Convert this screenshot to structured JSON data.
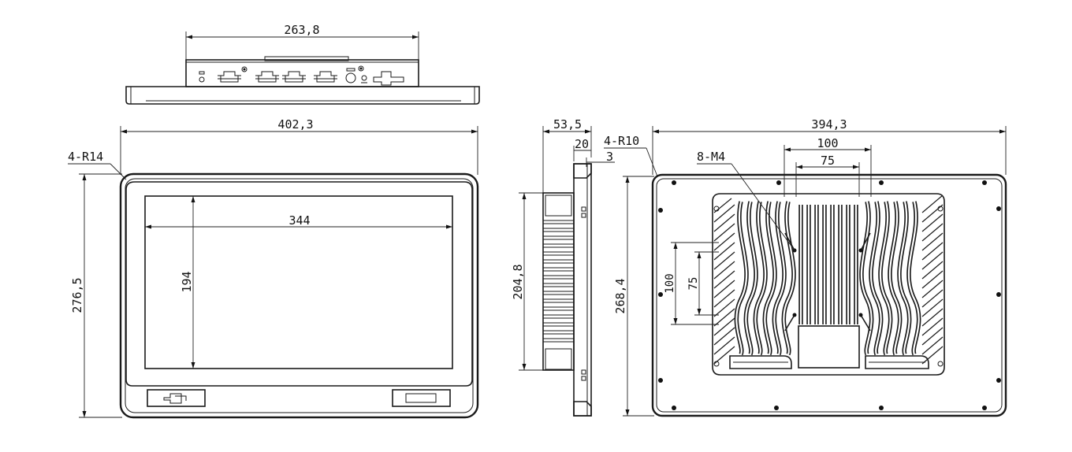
{
  "drawing": {
    "top_view": {
      "width_dim": "263,8"
    },
    "front_view": {
      "width_dim": "402,3",
      "height_dim": "276,5",
      "corner_radius": "4-R14",
      "screen_width_dim": "344",
      "screen_height_dim": "194"
    },
    "side_view": {
      "depth_dim": "53,5",
      "bezel_dim": "20",
      "panel_dim": "3",
      "height_dim": "204,8"
    },
    "rear_view": {
      "width_dim": "394,3",
      "height_dim": "268,4",
      "corner_radius": "4-R10",
      "screw_holes": "8-M4",
      "vesa_outer_h": "100",
      "vesa_inner_h": "75",
      "vesa_outer_v": "100",
      "vesa_inner_v": "75"
    }
  }
}
